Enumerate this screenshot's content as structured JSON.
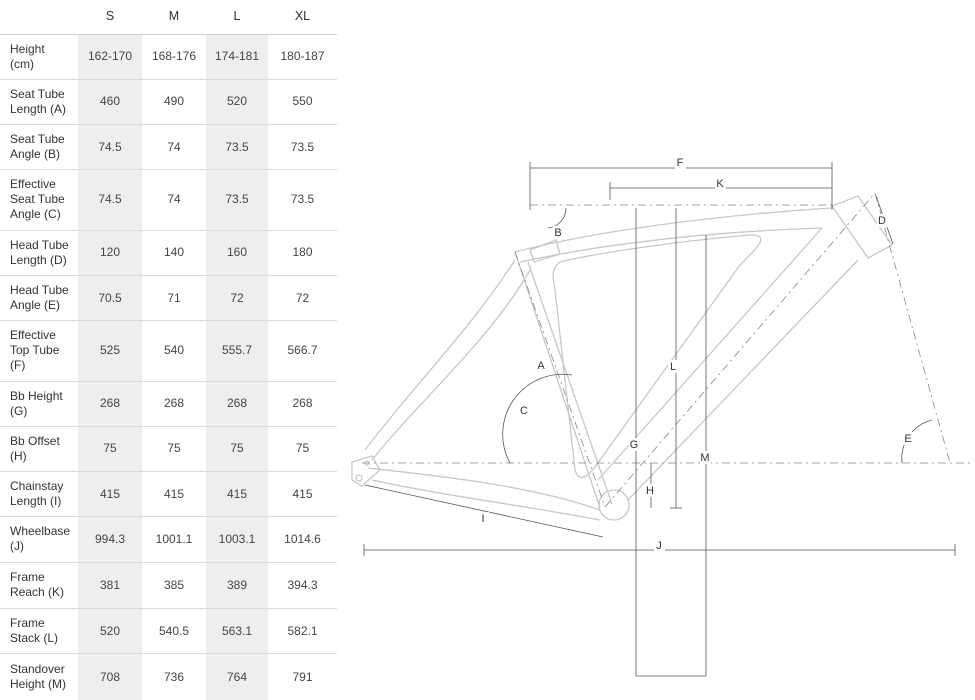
{
  "table": {
    "sizes": [
      "S",
      "M",
      "L",
      "XL"
    ],
    "rows": [
      {
        "label": "Height\n(cm)",
        "values": [
          "162-170",
          "168-176",
          "174-181",
          "180-187"
        ]
      },
      {
        "label": "Seat Tube\nLength (A)",
        "values": [
          "460",
          "490",
          "520",
          "550"
        ]
      },
      {
        "label": "Seat Tube\nAngle (B)",
        "values": [
          "74.5",
          "74",
          "73.5",
          "73.5"
        ]
      },
      {
        "label": "Effective\nSeat Tube\nAngle (C)",
        "values": [
          "74.5",
          "74",
          "73.5",
          "73.5"
        ]
      },
      {
        "label": "Head Tube\nLength (D)",
        "values": [
          "120",
          "140",
          "160",
          "180"
        ]
      },
      {
        "label": "Head Tube\nAngle (E)",
        "values": [
          "70.5",
          "71",
          "72",
          "72"
        ]
      },
      {
        "label": "Effective\nTop Tube\n(F)",
        "values": [
          "525",
          "540",
          "555.7",
          "566.7"
        ]
      },
      {
        "label": "Bb Height\n(G)",
        "values": [
          "268",
          "268",
          "268",
          "268"
        ]
      },
      {
        "label": "Bb Offset\n(H)",
        "values": [
          "75",
          "75",
          "75",
          "75"
        ]
      },
      {
        "label": "Chainstay\nLength (I)",
        "values": [
          "415",
          "415",
          "415",
          "415"
        ]
      },
      {
        "label": "Wheelbase\n(J)",
        "values": [
          "994.3",
          "1001.1",
          "1003.1",
          "1014.6"
        ]
      },
      {
        "label": "Frame\nReach (K)",
        "values": [
          "381",
          "385",
          "389",
          "394.3"
        ]
      },
      {
        "label": "Frame\nStack (L)",
        "values": [
          "520",
          "540.5",
          "563.1",
          "582.1"
        ]
      },
      {
        "label": "Standover\nHeight (M)",
        "values": [
          "708",
          "736",
          "764",
          "791"
        ]
      }
    ]
  },
  "diagram": {
    "labels": {
      "A": "A",
      "B": "B",
      "C": "C",
      "D": "D",
      "E": "E",
      "F": "F",
      "G": "G",
      "H": "H",
      "I": "I",
      "J": "J",
      "K": "K",
      "L": "L",
      "M": "M"
    },
    "colors": {
      "frame": "#c8c8c8",
      "dimension": "#555555",
      "centerline": "#888888"
    }
  }
}
